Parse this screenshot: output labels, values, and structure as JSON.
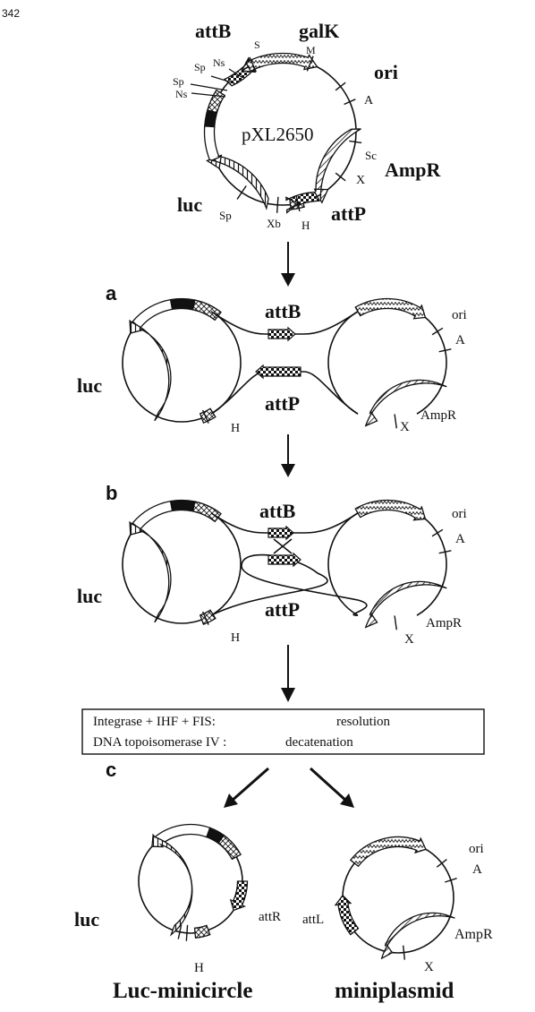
{
  "page_number": "342",
  "top": {
    "plasmid_name": "pXL2650",
    "labels": {
      "attB": "attB",
      "galK": "galK",
      "ori": "ori",
      "A": "A",
      "AmpR": "AmpR",
      "Sc": "Sc",
      "X": "X",
      "attP": "attP",
      "H": "H",
      "Xb": "Xb",
      "Sp": "Sp",
      "luc": "luc",
      "S": "S",
      "M": "M",
      "Ns": "Ns"
    }
  },
  "panel_a": {
    "letter": "a",
    "labels": {
      "attB": "attB",
      "attP": "attP",
      "luc": "luc",
      "H": "H",
      "ori": "ori",
      "A": "A",
      "X": "X",
      "AmpR": "AmpR"
    }
  },
  "panel_b": {
    "letter": "b",
    "labels": {
      "attB": "attB",
      "attP": "attP",
      "luc": "luc",
      "H": "H",
      "ori": "ori",
      "A": "A",
      "X": "X",
      "AmpR": "AmpR"
    }
  },
  "box": {
    "line1_left": "Integrase + IHF + FIS:",
    "line1_right": "resolution",
    "line2_left": "DNA topoisomerase IV :",
    "line2_right": "decatenation"
  },
  "panel_c": {
    "letter": "c",
    "minicircle": {
      "luc": "luc",
      "attR": "attR",
      "H": "H",
      "title": "Luc-minicircle"
    },
    "miniplasmid": {
      "ori": "ori",
      "A": "A",
      "attL": "attL",
      "AmpR": "AmpR",
      "X": "X",
      "title": "miniplasmid"
    }
  },
  "colors": {
    "ink": "#111111",
    "background": "#ffffff"
  }
}
